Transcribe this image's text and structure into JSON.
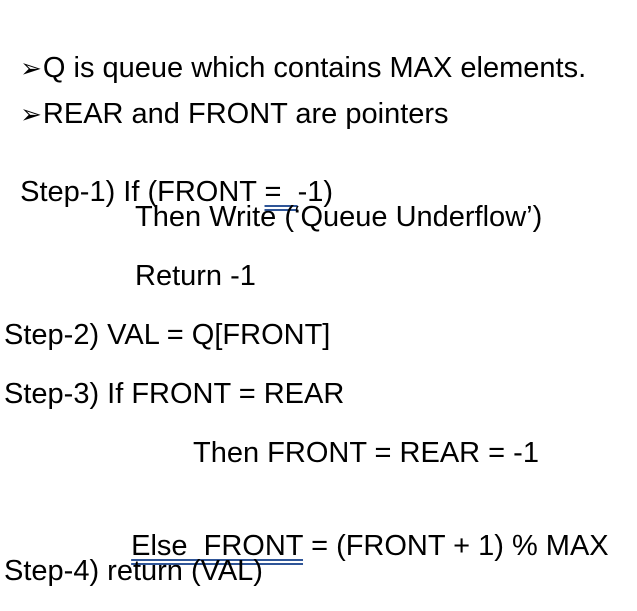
{
  "bullets": [
    {
      "marker": "➢",
      "text": "Q is queue which contains MAX elements."
    },
    {
      "marker": "➢",
      "text": "REAR and FRONT are pointers"
    }
  ],
  "steps": {
    "step1": {
      "prefix": "Step-1) If (FRONT ",
      "underlined": "=  ",
      "suffix": "-1)",
      "then": "Then Write (‘Queue Underflow’)",
      "ret": "Return -1"
    },
    "step2": "Step-2) VAL = Q[FRONT]",
    "step3": {
      "line": "Step-3) If FRONT = REAR",
      "then": "Then FRONT = REAR = -1",
      "else_underlined": "Else  FRONT",
      "else_rest": " = (FRONT + 1) % MAX"
    },
    "step4": "Step-4) return (VAL)"
  },
  "colors": {
    "text": "#000000",
    "proofing_underline": "#2f5597"
  }
}
